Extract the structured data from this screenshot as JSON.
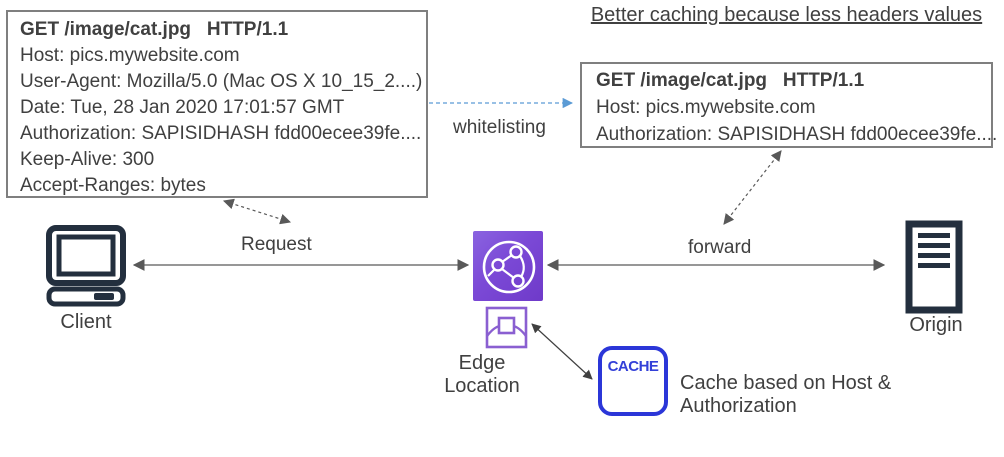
{
  "title": "Better caching because less headers values",
  "request_box": {
    "request_line": "GET /image/cat.jpg   HTTP/1.1",
    "headers": [
      "Host: pics.mywebsite.com",
      "User-Agent: Mozilla/5.0 (Mac OS X 10_15_2....)",
      "Date: Tue, 28 Jan 2020 17:01:57 GMT",
      "Authorization: SAPISIDHASH fdd00ecee39fe....",
      "Keep-Alive: 300",
      "Accept-Ranges: bytes"
    ]
  },
  "forwarded_box": {
    "request_line": "GET /image/cat.jpg   HTTP/1.1",
    "headers": [
      "Host: pics.mywebsite.com",
      "Authorization: SAPISIDHASH fdd00ecee39fe...."
    ]
  },
  "labels": {
    "request": "Request",
    "whitelisting": "whitelisting",
    "forward": "forward",
    "client": "Client",
    "edge_location": "Edge Location",
    "origin": "Origin",
    "cache": "CACHE",
    "cache_note": "Cache based on Host & Authorization"
  },
  "icons": {
    "client": "computer-icon",
    "edge": "cloudfront-globe-network-icon",
    "edge_location": "edge-location-node-icon",
    "origin": "server-icon",
    "cache": "cache-rounded-box"
  },
  "colors": {
    "text": "#404040",
    "box_border": "#7f7f7f",
    "arrow_gray": "#595959",
    "whitelist_arrow_blue": "#5b9bd5",
    "cloudfront_purple_light": "#8a63e0",
    "cloudfront_purple_dark": "#6f3ac9",
    "edge_icon_purple": "#8a5fd1",
    "cache_blue": "#2b36d8",
    "device_navy": "#232f3e"
  }
}
